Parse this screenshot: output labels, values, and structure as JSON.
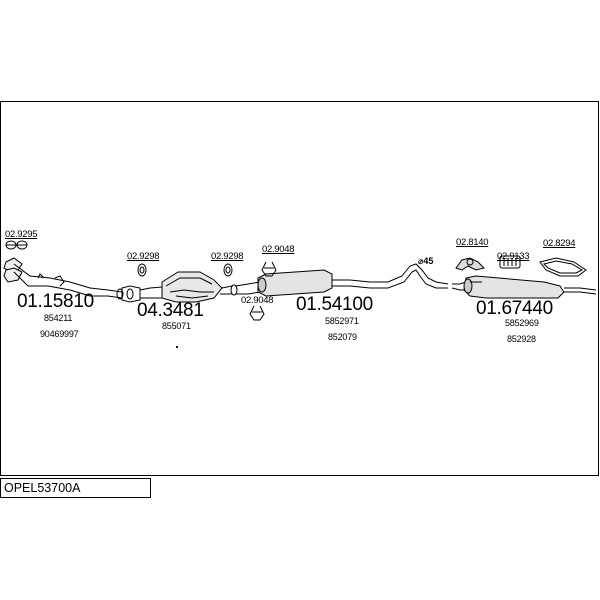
{
  "diagram_code": "OPEL53700A",
  "parts": [
    {
      "number": "01.15810",
      "refs": [
        "854211",
        "90469997"
      ]
    },
    {
      "number": "04.3481",
      "refs": [
        "855071"
      ]
    },
    {
      "number": "01.54100",
      "refs": [
        "5852971",
        "852079"
      ]
    },
    {
      "number": "01.67440",
      "refs": [
        "5852969",
        "852928"
      ]
    }
  ],
  "fittings": {
    "f1": "02.9295",
    "f2": "02.9298",
    "f3": "02.9298",
    "f4": "02.9048",
    "f5": "02.9048",
    "f6": "02.8140",
    "f7": "02.9133",
    "f8": "02.8294"
  },
  "pipe_diameter": "⌀45"
}
